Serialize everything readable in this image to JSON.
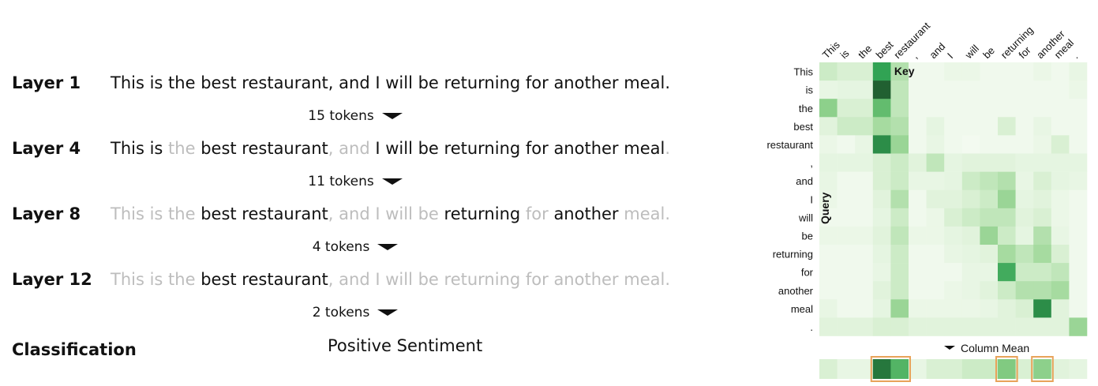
{
  "layers": [
    {
      "label": "Layer 1",
      "tokens": [
        {
          "text": "This",
          "kept": true
        },
        {
          "text": " is",
          "kept": true
        },
        {
          "text": " the",
          "kept": true
        },
        {
          "text": " best",
          "kept": true
        },
        {
          "text": " restaurant",
          "kept": true
        },
        {
          "text": ",",
          "kept": true
        },
        {
          "text": " and",
          "kept": true
        },
        {
          "text": " I",
          "kept": true
        },
        {
          "text": " will",
          "kept": true
        },
        {
          "text": " be",
          "kept": true
        },
        {
          "text": " returning",
          "kept": true
        },
        {
          "text": " for",
          "kept": true
        },
        {
          "text": " another",
          "kept": true
        },
        {
          "text": " meal",
          "kept": true
        },
        {
          "text": ".",
          "kept": true
        }
      ],
      "count_label": "15 tokens"
    },
    {
      "label": "Layer 4",
      "tokens": [
        {
          "text": "This",
          "kept": true
        },
        {
          "text": " is",
          "kept": true
        },
        {
          "text": " the",
          "kept": false
        },
        {
          "text": " best",
          "kept": true
        },
        {
          "text": " restaurant",
          "kept": true
        },
        {
          "text": ",",
          "kept": false
        },
        {
          "text": " and",
          "kept": false
        },
        {
          "text": " I",
          "kept": true
        },
        {
          "text": " will",
          "kept": true
        },
        {
          "text": " be",
          "kept": true
        },
        {
          "text": " returning",
          "kept": true
        },
        {
          "text": " for",
          "kept": true
        },
        {
          "text": " another",
          "kept": true
        },
        {
          "text": " meal",
          "kept": true
        },
        {
          "text": ".",
          "kept": false
        }
      ],
      "count_label": "11 tokens"
    },
    {
      "label": "Layer 8",
      "tokens": [
        {
          "text": "This",
          "kept": false
        },
        {
          "text": " is",
          "kept": false
        },
        {
          "text": " the",
          "kept": false
        },
        {
          "text": " best",
          "kept": true
        },
        {
          "text": " restaurant",
          "kept": true
        },
        {
          "text": ",",
          "kept": false
        },
        {
          "text": " and",
          "kept": false
        },
        {
          "text": " I",
          "kept": false
        },
        {
          "text": " will",
          "kept": false
        },
        {
          "text": " be",
          "kept": false
        },
        {
          "text": " returning",
          "kept": true
        },
        {
          "text": " for",
          "kept": false
        },
        {
          "text": " another",
          "kept": true
        },
        {
          "text": " meal",
          "kept": false
        },
        {
          "text": ".",
          "kept": false
        }
      ],
      "count_label": "4 tokens"
    },
    {
      "label": "Layer 12",
      "tokens": [
        {
          "text": "This",
          "kept": false
        },
        {
          "text": " is",
          "kept": false
        },
        {
          "text": " the",
          "kept": false
        },
        {
          "text": " best",
          "kept": true
        },
        {
          "text": " restaurant",
          "kept": true
        },
        {
          "text": ",",
          "kept": false
        },
        {
          "text": " and",
          "kept": false
        },
        {
          "text": " I",
          "kept": false
        },
        {
          "text": " will",
          "kept": false
        },
        {
          "text": " be",
          "kept": false
        },
        {
          "text": " returning",
          "kept": false
        },
        {
          "text": " for",
          "kept": false
        },
        {
          "text": " another",
          "kept": false
        },
        {
          "text": " meal",
          "kept": false
        },
        {
          "text": ".",
          "kept": false
        }
      ],
      "count_label": "2 tokens"
    }
  ],
  "classification": {
    "label": "Classification",
    "result": "Positive Sentiment"
  },
  "heatmap": {
    "key_label": "Key",
    "query_label": "Query",
    "column_mean_label": "Column Mean",
    "tokens": [
      "This",
      "is",
      "the",
      "best",
      "restaurant",
      ",",
      "and",
      "I",
      "will",
      "be",
      "returning",
      "for",
      "another",
      "meal",
      "."
    ],
    "colors": {
      "low": "#f7fcf5",
      "high": "#1b4a25",
      "highlight": "#e8a35a"
    },
    "matrix": [
      [
        0.25,
        0.2,
        0.2,
        0.8,
        0.35,
        0.05,
        0.05,
        0.08,
        0.08,
        0.05,
        0.05,
        0.05,
        0.08,
        0.05,
        0.1
      ],
      [
        0.1,
        0.12,
        0.12,
        0.95,
        0.3,
        0.05,
        0.05,
        0.05,
        0.05,
        0.05,
        0.05,
        0.05,
        0.05,
        0.05,
        0.08
      ],
      [
        0.5,
        0.2,
        0.2,
        0.65,
        0.3,
        0.05,
        0.05,
        0.05,
        0.05,
        0.05,
        0.05,
        0.05,
        0.05,
        0.05,
        0.05
      ],
      [
        0.15,
        0.25,
        0.25,
        0.4,
        0.35,
        0.05,
        0.12,
        0.05,
        0.05,
        0.05,
        0.2,
        0.05,
        0.1,
        0.05,
        0.05
      ],
      [
        0.08,
        0.05,
        0.1,
        0.85,
        0.45,
        0.05,
        0.1,
        0.05,
        0.03,
        0.05,
        0.05,
        0.05,
        0.08,
        0.2,
        0.05
      ],
      [
        0.12,
        0.12,
        0.12,
        0.2,
        0.25,
        0.15,
        0.3,
        0.12,
        0.15,
        0.15,
        0.15,
        0.12,
        0.12,
        0.12,
        0.12
      ],
      [
        0.1,
        0.05,
        0.05,
        0.2,
        0.25,
        0.1,
        0.1,
        0.12,
        0.25,
        0.3,
        0.35,
        0.1,
        0.2,
        0.12,
        0.1
      ],
      [
        0.08,
        0.05,
        0.05,
        0.15,
        0.35,
        0.05,
        0.15,
        0.15,
        0.2,
        0.25,
        0.45,
        0.12,
        0.15,
        0.08,
        0.05
      ],
      [
        0.05,
        0.05,
        0.05,
        0.12,
        0.25,
        0.05,
        0.08,
        0.2,
        0.25,
        0.3,
        0.3,
        0.15,
        0.2,
        0.08,
        0.05
      ],
      [
        0.08,
        0.08,
        0.08,
        0.15,
        0.3,
        0.08,
        0.08,
        0.12,
        0.15,
        0.45,
        0.25,
        0.12,
        0.35,
        0.1,
        0.05
      ],
      [
        0.05,
        0.05,
        0.05,
        0.12,
        0.25,
        0.05,
        0.05,
        0.1,
        0.12,
        0.15,
        0.4,
        0.3,
        0.4,
        0.2,
        0.05
      ],
      [
        0.05,
        0.05,
        0.05,
        0.1,
        0.25,
        0.05,
        0.05,
        0.05,
        0.1,
        0.1,
        0.75,
        0.25,
        0.25,
        0.3,
        0.05
      ],
      [
        0.05,
        0.05,
        0.05,
        0.15,
        0.25,
        0.05,
        0.05,
        0.08,
        0.1,
        0.15,
        0.25,
        0.35,
        0.35,
        0.4,
        0.05
      ],
      [
        0.1,
        0.05,
        0.05,
        0.12,
        0.45,
        0.08,
        0.08,
        0.08,
        0.08,
        0.1,
        0.15,
        0.2,
        0.85,
        0.15,
        0.05
      ],
      [
        0.15,
        0.15,
        0.15,
        0.2,
        0.2,
        0.15,
        0.15,
        0.15,
        0.15,
        0.15,
        0.15,
        0.15,
        0.15,
        0.15,
        0.45
      ]
    ],
    "column_mean": [
      0.2,
      0.1,
      0.1,
      0.9,
      0.7,
      0.1,
      0.2,
      0.2,
      0.25,
      0.25,
      0.55,
      0.2,
      0.5,
      0.15,
      0.12
    ],
    "highlighted_columns": [
      3,
      4,
      10,
      12
    ]
  }
}
